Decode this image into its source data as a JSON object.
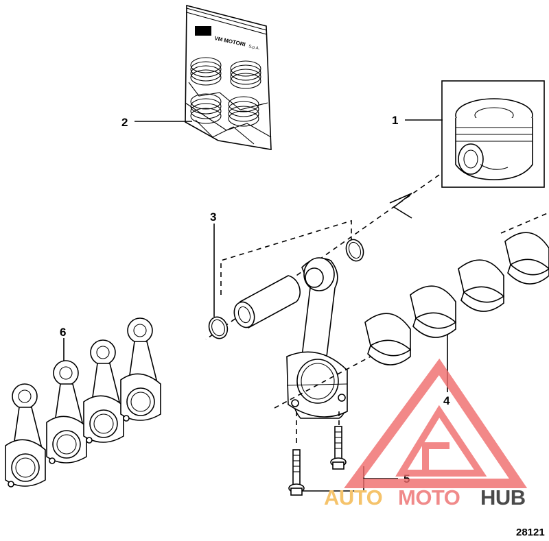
{
  "figure_number": "28121",
  "callouts": {
    "piston": "1",
    "piston_ring_set": "2",
    "retaining_ring": "3",
    "bearing_shells": "4",
    "rod_bolts": "5",
    "connecting_rod_set": "6"
  },
  "ring_package": {
    "brand_text": "VM MOTORI",
    "suffix_text": "S.p.A."
  },
  "watermark": {
    "word_part_1": "AUTO",
    "word_part_2": "MOTO",
    "word_part_3": "HUB",
    "color_1": "#f5c36b",
    "color_2": "#f08a8a",
    "color_3": "#4a4a4a",
    "logo_color": "#ef6b6b"
  }
}
